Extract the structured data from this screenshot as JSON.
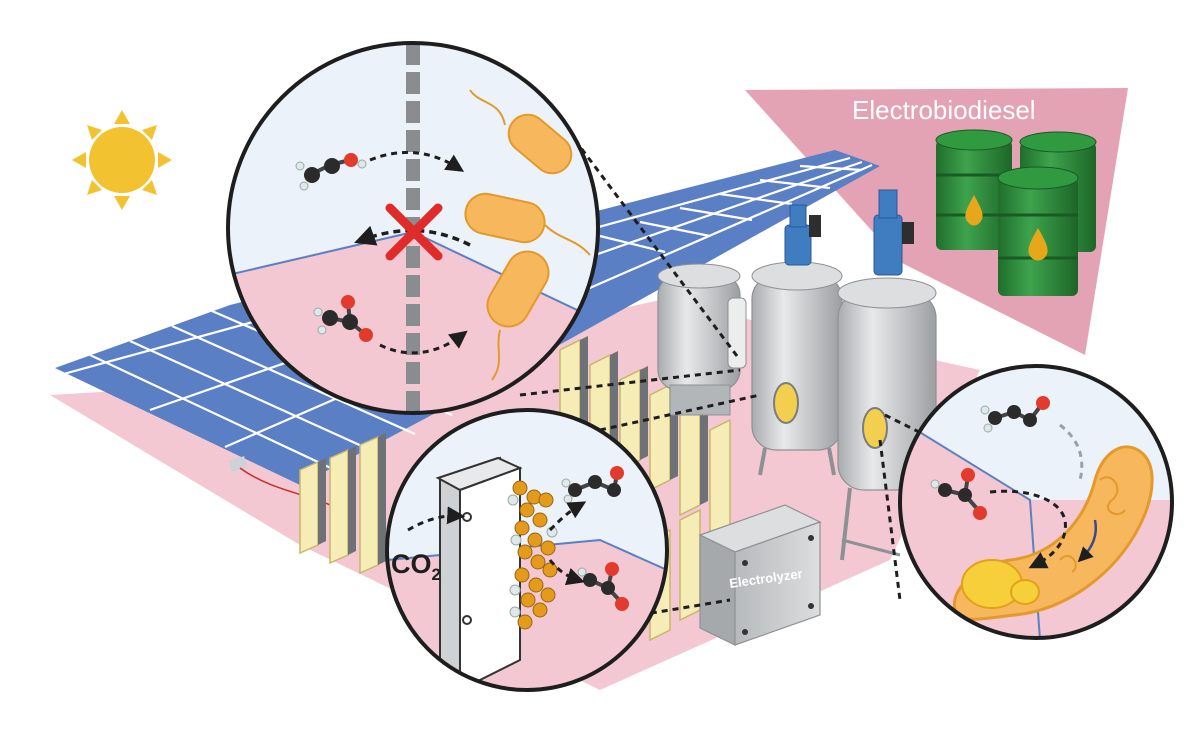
{
  "labels": {
    "product": "Electrobiodiesel",
    "co2_main": "CO",
    "co2_sub": "2",
    "electrolyzer": "Electrolyzer"
  },
  "colors": {
    "sun": "#f2c230",
    "panel": "#5a7fc4",
    "panel_grid": "#ffffff",
    "pink_wedge": "#e4a2b5",
    "pink_floor": "#f3c8d2",
    "bacteria": "#f7b75c",
    "bacteria_outline": "#e39a2b",
    "barrel": "#2c8a3a",
    "drop": "#e6a81a",
    "tank": "#c9cbcd",
    "motor": "#3f7cc0",
    "electrode": "#f6ecb5",
    "catalyst": "#e49b1c",
    "carbon": "#2b2b2b",
    "oxygen": "#e23b2e",
    "hydrogen": "#dfe9ea",
    "cross": "#e02b2b"
  },
  "icons": [
    "sun-icon",
    "solar-panel-array",
    "electrolyzer-stack",
    "bioreactor-tank",
    "fuel-barrel-icon",
    "bacterium-icon",
    "ethanol-molecule",
    "acetate-molecule",
    "red-cross-icon",
    "catalyst-particles"
  ]
}
